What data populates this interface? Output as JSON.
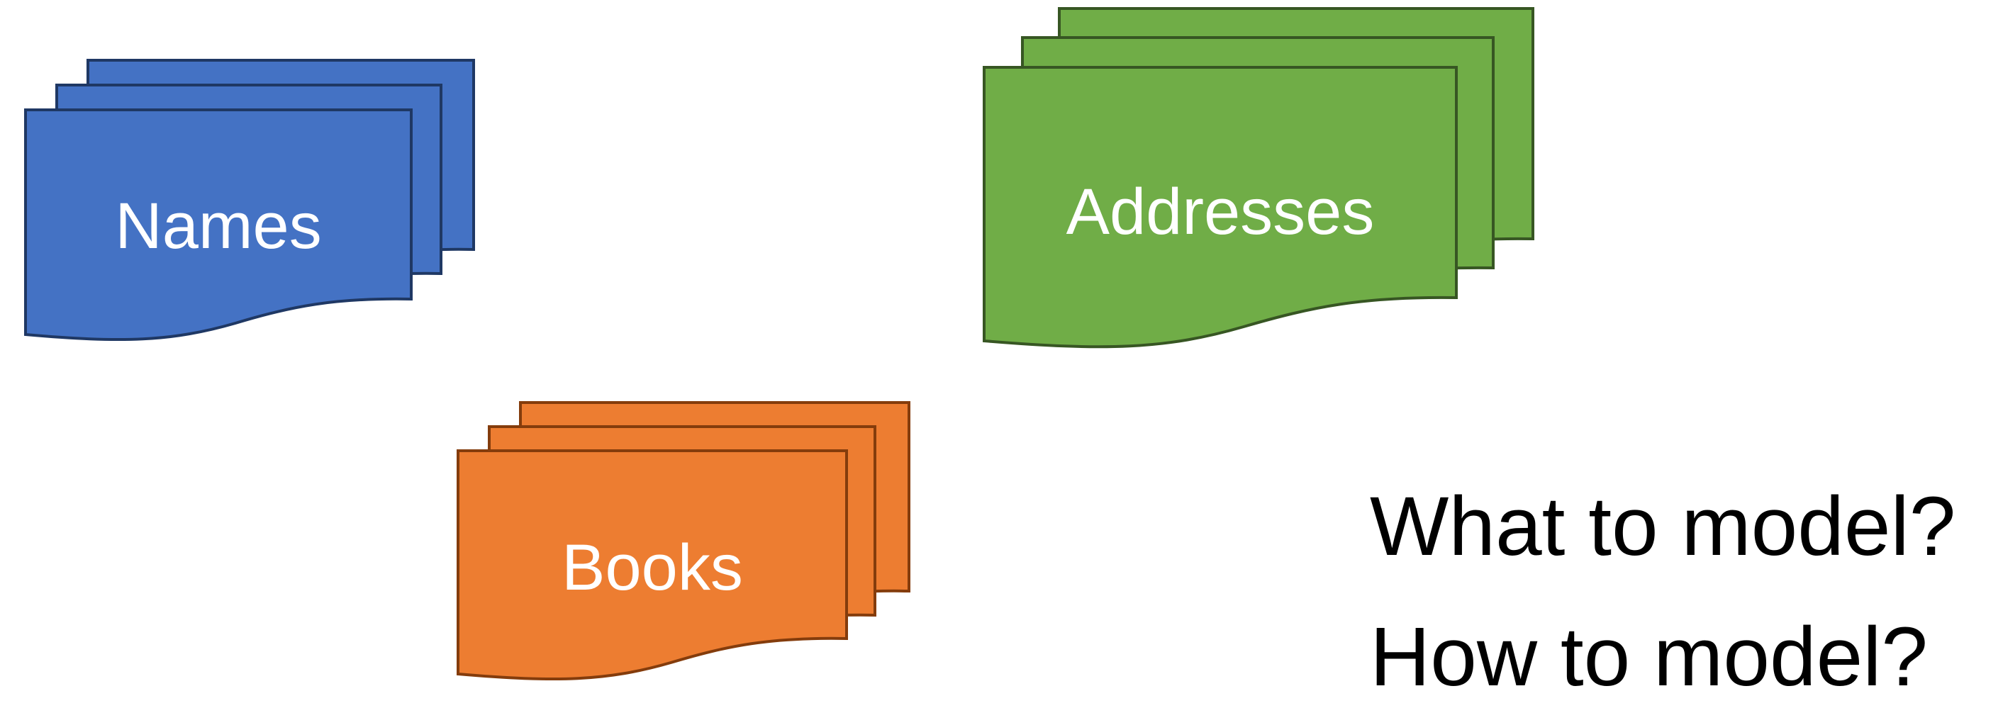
{
  "stacks": [
    {
      "id": "names",
      "label": "Names",
      "fill": "#4472C4",
      "stroke": "#1F3864"
    },
    {
      "id": "addresses",
      "label": "Addresses",
      "fill": "#70AD47",
      "stroke": "#375623"
    },
    {
      "id": "books",
      "label": "Books",
      "fill": "#ED7D31",
      "stroke": "#843C0C"
    }
  ],
  "questions": {
    "what": "What to model?",
    "how": "How to model?"
  }
}
